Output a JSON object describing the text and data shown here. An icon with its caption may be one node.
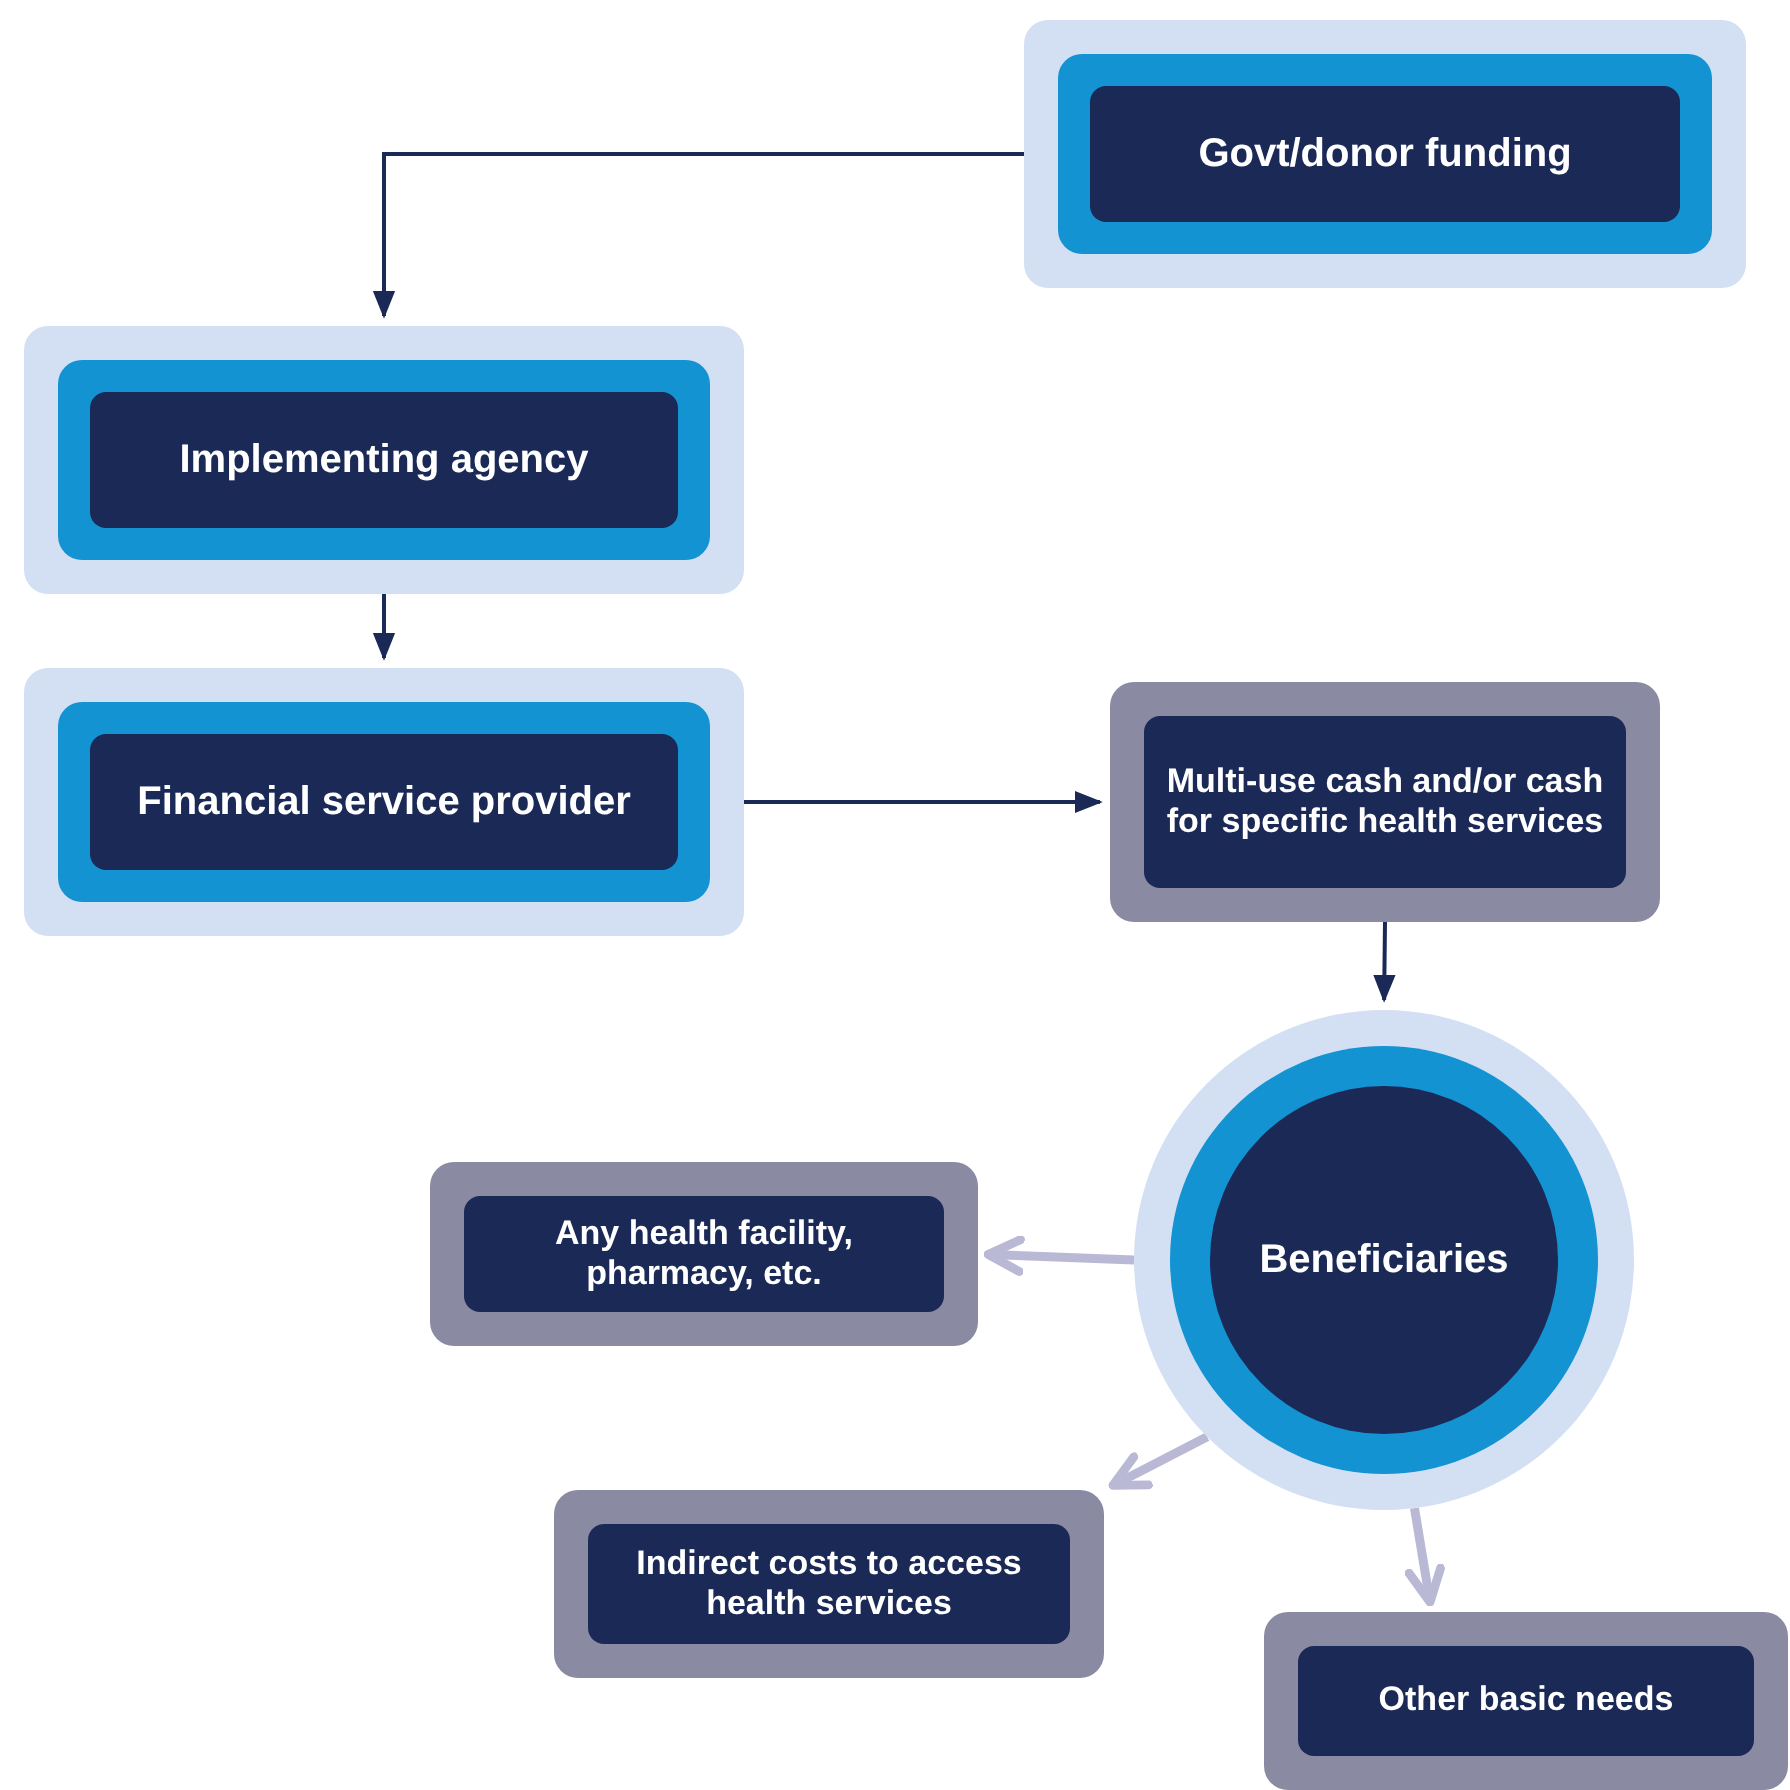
{
  "diagram": {
    "nodes": [
      {
        "text": [
          "Govt/donor funding"
        ]
      },
      {
        "text": [
          "Implementing agency"
        ]
      },
      {
        "text": [
          "Financial service provider"
        ]
      },
      {
        "text": [
          "Multi-use cash and/or cash for specific health services"
        ]
      },
      {
        "text": [
          "Beneficiaries"
        ]
      },
      {
        "text": [
          "Any health facility, pharmacy, etc."
        ]
      },
      {
        "text": [
          "Indirect costs to access health services"
        ]
      },
      {
        "text": [
          "Other basic needs"
        ]
      }
    ],
    "edges": [
      {
        "from": 0,
        "to": 1,
        "arrow": "to"
      },
      {
        "from": 1,
        "to": 2,
        "arrow": "to"
      },
      {
        "from": 2,
        "to": 3,
        "arrow": "to"
      },
      {
        "from": 3,
        "to": 4,
        "arrow": "to"
      },
      {
        "from": 4,
        "to": 5,
        "arrow": "to",
        "style": "thick",
        "color": "#b9b9d6"
      },
      {
        "from": 4,
        "to": 6,
        "arrow": "to",
        "style": "thick",
        "color": "#b9b9d6"
      },
      {
        "from": 4,
        "to": 7,
        "arrow": "to",
        "style": "thick",
        "color": "#b9b9d6"
      }
    ]
  }
}
